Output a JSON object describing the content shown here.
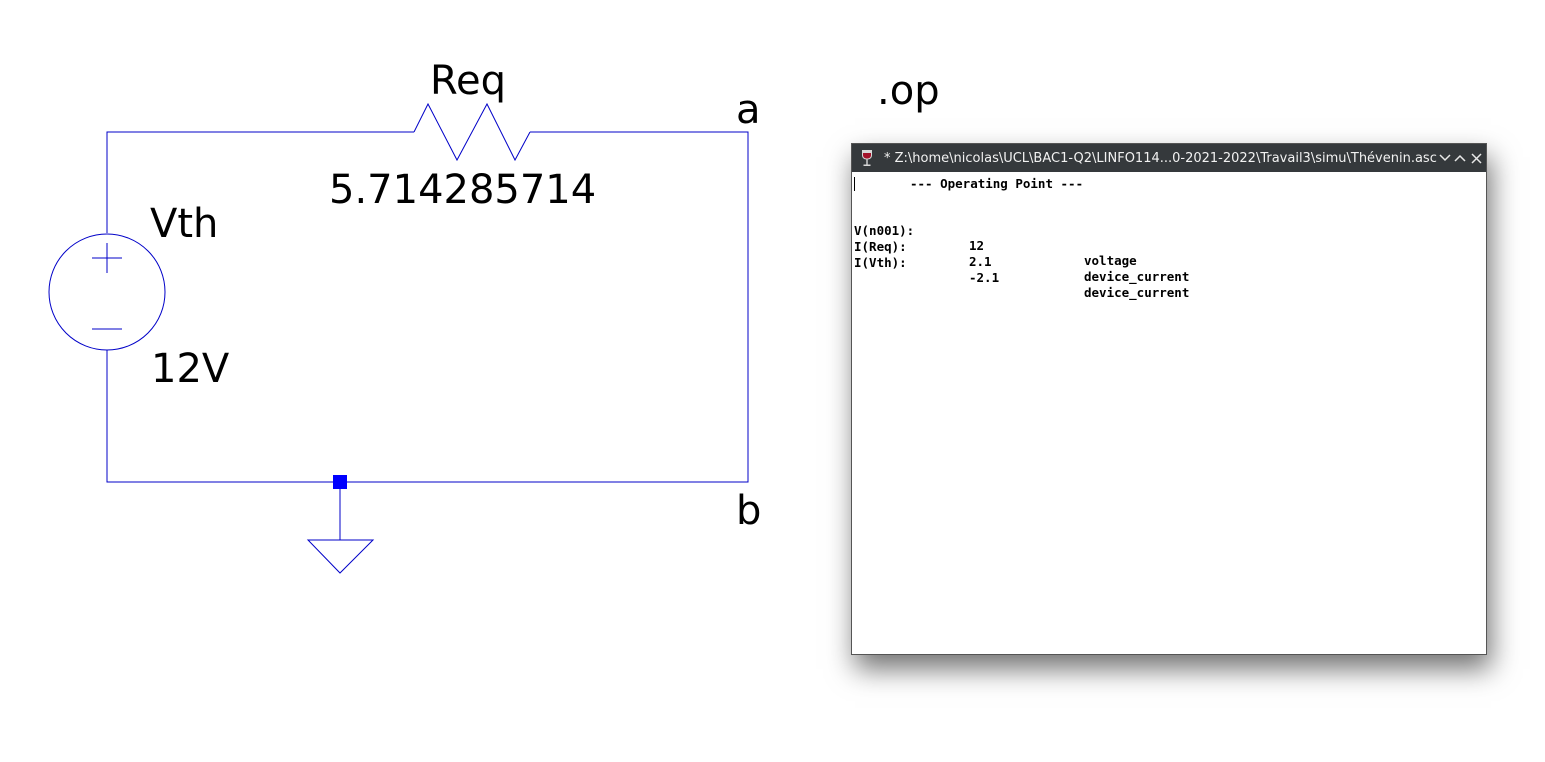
{
  "schematic": {
    "resistor_name": "Req",
    "resistor_value": "5.714285714",
    "source_name": "Vth",
    "source_value": "12V",
    "node_a": "a",
    "node_b": "b",
    "directive": ".op",
    "wire_color": "#0000c8"
  },
  "op_window": {
    "title": "* Z:\\home\\nicolas\\UCL\\BAC1-Q2\\LINFO114...0-2021-2022\\Travail3\\simu\\Thévenin.asc",
    "header": "--- Operating Point ---",
    "rows": [
      {
        "name": "V(n001):",
        "value": "12",
        "type": "voltage"
      },
      {
        "name": "I(Req):",
        "value": "2.1",
        "type": "device_current"
      },
      {
        "name": "I(Vth):",
        "value": "-2.1",
        "type": "device_current"
      }
    ],
    "icons": {
      "app": "wine-glass-icon",
      "minimize": "chevron-down-icon",
      "maximize": "chevron-up-icon",
      "close": "close-icon"
    }
  }
}
